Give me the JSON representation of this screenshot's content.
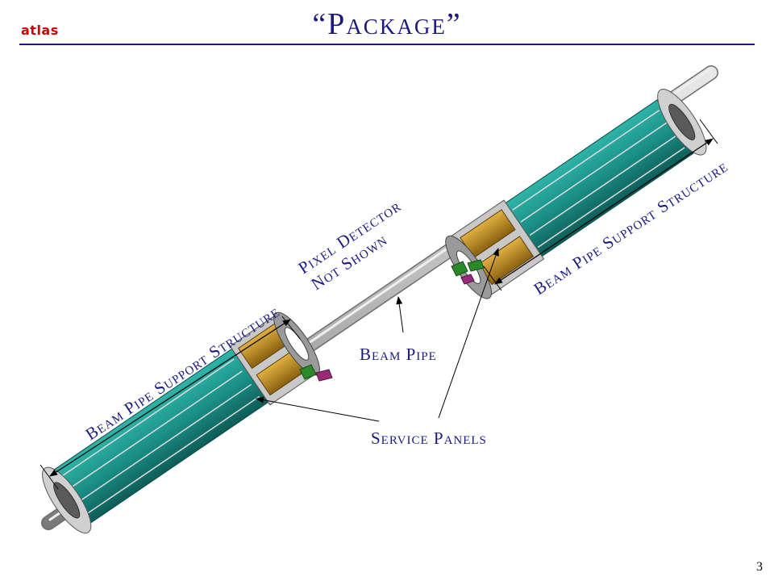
{
  "header": {
    "logo": "atlas",
    "title": "“Package”"
  },
  "labels": {
    "pixel_detector_line1": "Pixel Detector",
    "pixel_detector_line2": "Not Shown",
    "beam_pipe": "Beam Pipe",
    "service_panels": "Service Panels",
    "support_left": "Beam Pipe Support Structure",
    "support_right": "Beam Pipe Support Structure"
  },
  "footer": {
    "page_number": "3"
  },
  "colors": {
    "title": "#1a1a80",
    "logo": "#cc0000",
    "structure": "#1e8a8a",
    "panel": "#b8860b",
    "pipe": "#b0b0b0"
  }
}
